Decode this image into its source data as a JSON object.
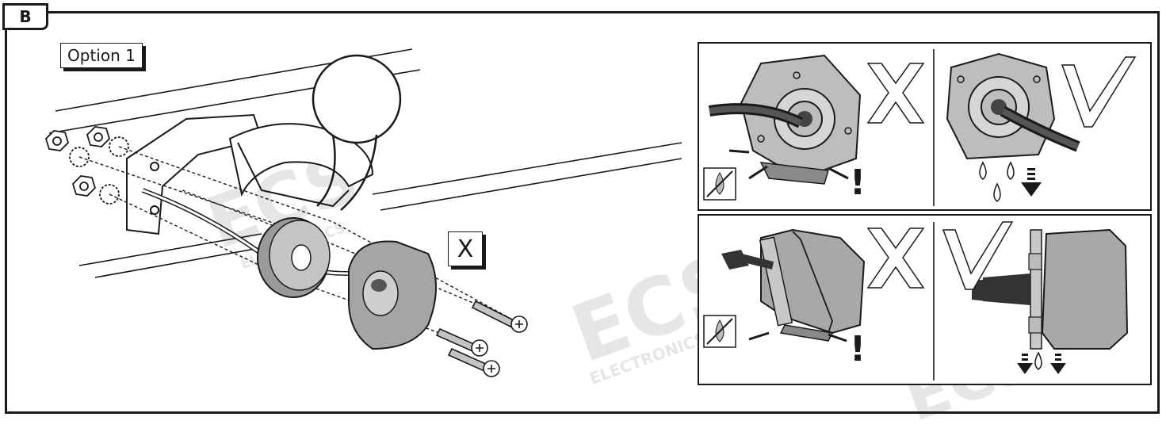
{
  "tag": "B",
  "option_label": "Option 1",
  "x_label": "X",
  "watermark": {
    "logo": "ECS",
    "sub": "ELECTRONICS"
  },
  "marks": {
    "warning": "!"
  },
  "colors": {
    "ink": "#1a1a1a",
    "grey": "#9a9a9a",
    "light": "#d0d0d0",
    "watermark": "#e6e6e6"
  },
  "icons": [
    "ball-hitch",
    "socket",
    "screw",
    "nut",
    "washer",
    "cross-mark",
    "check-mark",
    "no-water-icon",
    "water-drop-icon",
    "down-arrow-icon",
    "warning-mark"
  ]
}
